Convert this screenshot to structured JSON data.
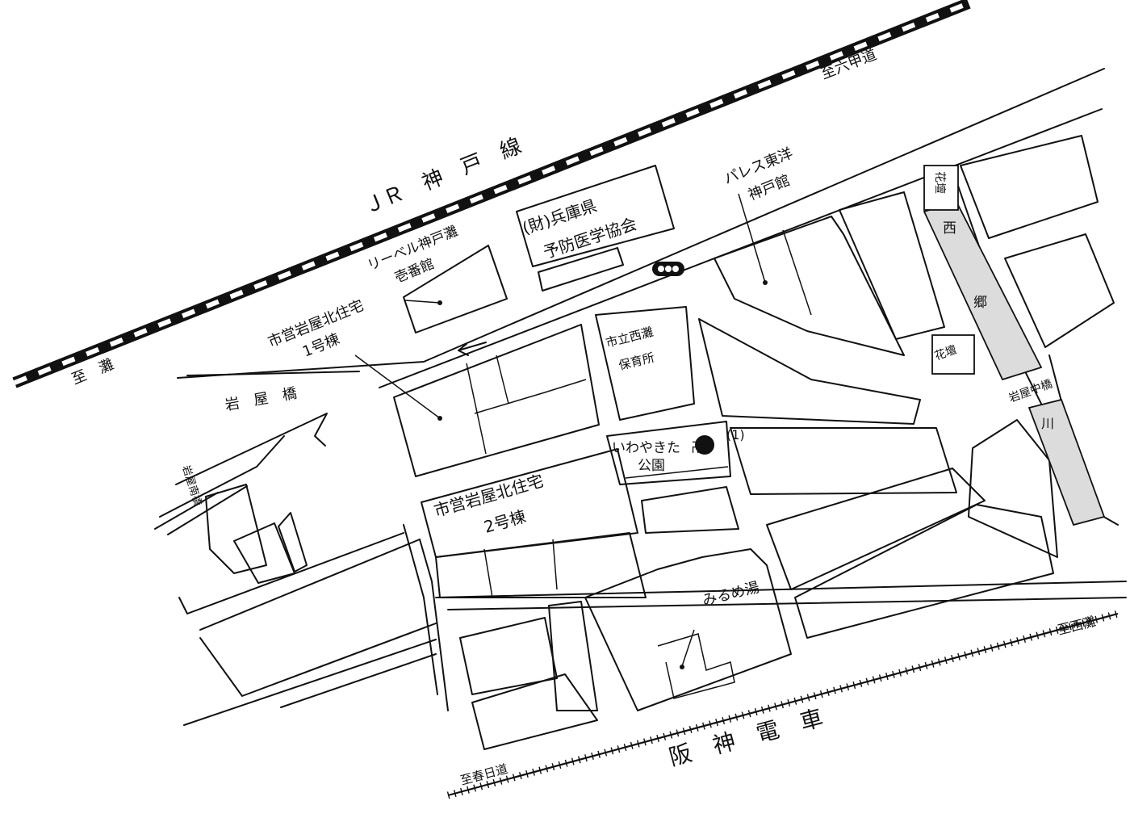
{
  "map": {
    "jr_line": "ＪＲ　神　戸　線",
    "to_rokko": "至六甲道",
    "to_nada_top": "至　灘",
    "river": "川",
    "hanshin_line": "阪　神　電　車",
    "to_nishinada": "至西灘",
    "to_kasuga": "至春日道"
  },
  "bridges": {
    "iwaya": "岩　屋　橋",
    "iwaya_minami": "岩屋南橋",
    "iwaya_naka": "岩屋中橋"
  },
  "landmarks": {
    "leveil": [
      "リーベル神戸灘",
      "壱番館"
    ],
    "yobo": [
      "(財)兵庫県",
      "予防医学協会"
    ],
    "palace": [
      "パレス東洋",
      "神戸館"
    ],
    "kita1": [
      "市営岩屋北住宅",
      "1号棟"
    ],
    "kita2": [
      "市営岩屋北住宅",
      "2号棟"
    ],
    "hoikusho": [
      "市立西灘",
      "保育所"
    ],
    "park": [
      "いわやきた",
      "公園"
    ],
    "park_mark": "卍",
    "spot_number": "(1)",
    "mirume": "みるめ湯",
    "kadan_top": "花壇",
    "kadan_bottom": "花壇",
    "nishigo": [
      "西",
      "郷"
    ]
  },
  "icons": {
    "railway": "railway-track-icon",
    "traffic_signal": "traffic-signal-icon",
    "location": "location-marker-icon",
    "direction_arrow": "arrow-left-icon",
    "temple": "temple-icon"
  },
  "colors": {
    "ink": "#111111",
    "paper": "#ffffff",
    "river_shading": "#dcdcdc"
  }
}
